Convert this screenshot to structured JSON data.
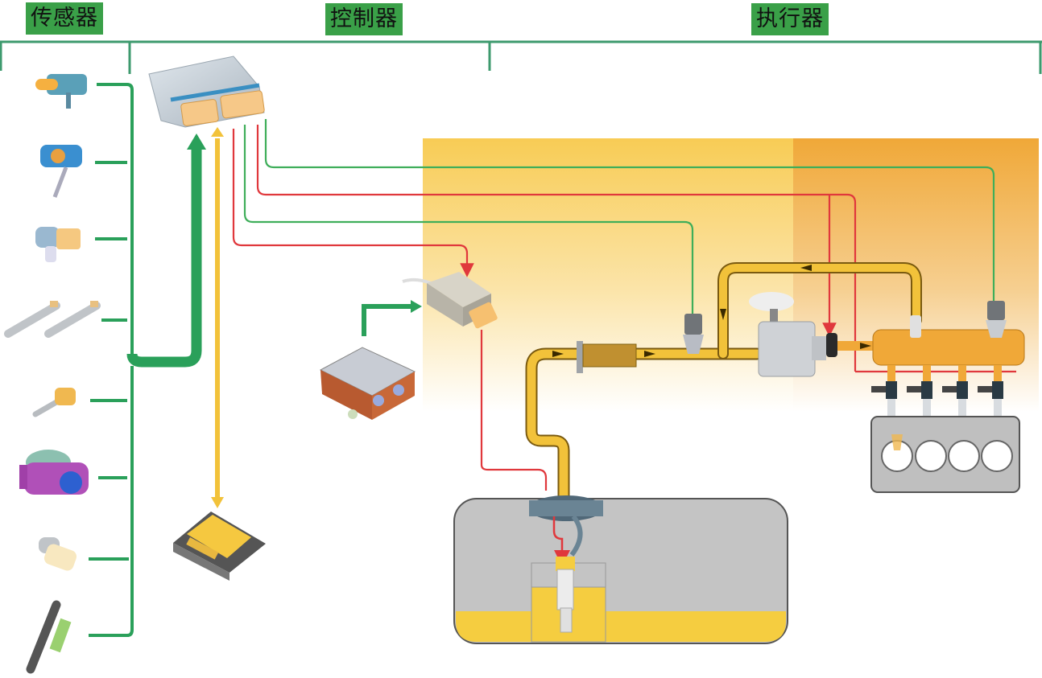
{
  "headers": {
    "sensors": "传感器",
    "controller": "控制器",
    "actuators": "执行器"
  },
  "colors": {
    "header_bg": "#3aa048",
    "bracket": "#3d9a6e",
    "signal_green": "#2aa05a",
    "signal_red": "#e0383c",
    "fuel_yellow": "#f2c23a",
    "rail_orange": "#f0a838",
    "tank_gray": "#c4c4c4"
  },
  "components": {
    "sensors": [
      "map-sensor",
      "crankshaft-sensor",
      "camshaft-sensor",
      "oxygen-sensors",
      "temperature-sensor",
      "throttle-body",
      "coolant-temperature-sensor",
      "accelerator-pedal"
    ],
    "controller": [
      "ecu",
      "airbag-control-unit"
    ],
    "actuators": [
      "fuel-pump-relay",
      "immobilizer-unit",
      "fuel-filter",
      "low-pressure-sensor",
      "high-pressure-pump",
      "fuel-rail",
      "rail-pressure-sensor",
      "injectors",
      "engine-cylinders",
      "fuel-tank",
      "in-tank-fuel-pump"
    ]
  }
}
